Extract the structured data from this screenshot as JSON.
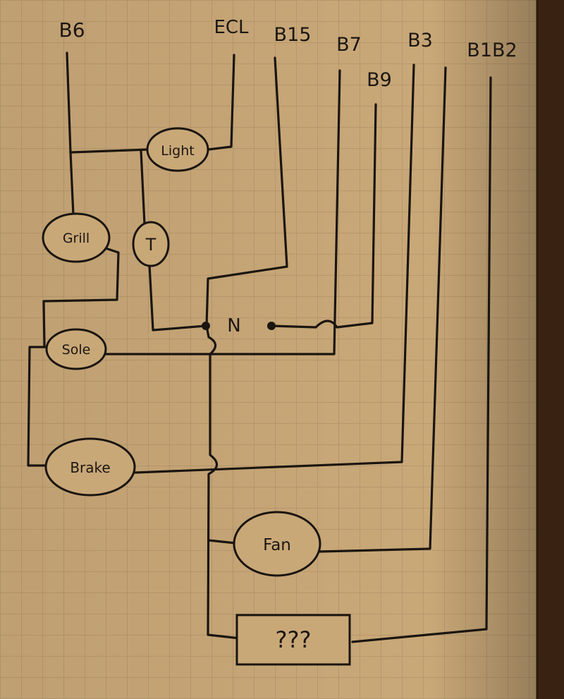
{
  "terminals": {
    "b6": "B6",
    "ecl": "ECL",
    "b15": "B15",
    "b7": "B7",
    "b3": "B3",
    "b1b2": "B1B2",
    "b9": "B9"
  },
  "components": {
    "light": "Light",
    "grill": "Grill",
    "thermostat": "T",
    "neutral": "N",
    "sole": "Sole",
    "brake": "Brake",
    "fan": "Fan",
    "element": "???"
  },
  "colors": {
    "paper": "#c9a878",
    "grid": "#a98a63",
    "ink": "#1a1510",
    "desk": "#3a2212"
  }
}
